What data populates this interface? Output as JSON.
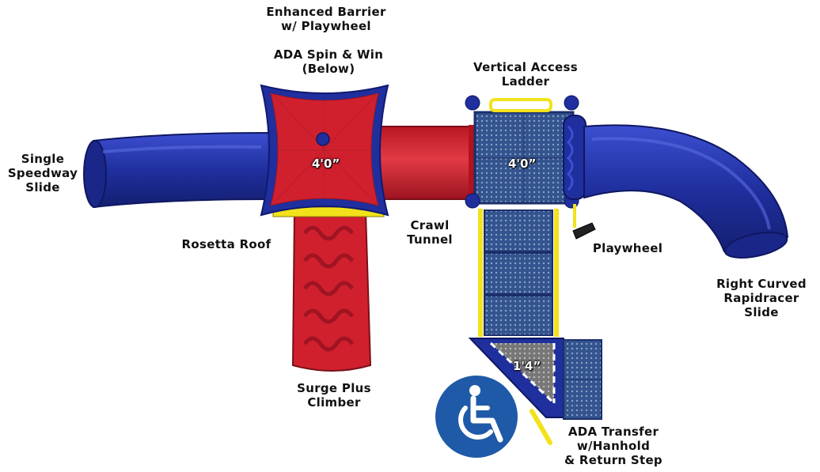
{
  "labels": {
    "enhanced_barrier": [
      "Enhanced Barrier",
      "w/ Playwheel"
    ],
    "ada_spin": [
      "ADA Spin & Win",
      "(Below)"
    ],
    "vertical_ladder": [
      "Vertical Access",
      "Ladder"
    ],
    "single_slide": [
      "Single",
      "Speedway",
      "Slide"
    ],
    "rosetta_roof": [
      "Rosetta Roof"
    ],
    "crawl_tunnel": [
      "Crawl",
      "Tunnel"
    ],
    "playwheel": [
      "Playwheel"
    ],
    "right_slide": [
      "Right Curved",
      "Rapidracer",
      "Slide"
    ],
    "surge_climber": [
      "Surge Plus",
      "Climber"
    ],
    "ada_transfer": [
      "ADA Transfer",
      "w/Hanhold",
      "& Return Step"
    ]
  },
  "dimensions": {
    "left_deck": "4'0”",
    "right_deck": "4'0”",
    "transfer_deck": "1'4”"
  },
  "icons": {
    "accessibility": "wheelchair-icon"
  },
  "colors": {
    "blue": "#1f2f9e",
    "red": "#d0202e",
    "yellow": "#f2e21a",
    "deck": "#2b4a8c",
    "gray": "#8c8c8c"
  }
}
